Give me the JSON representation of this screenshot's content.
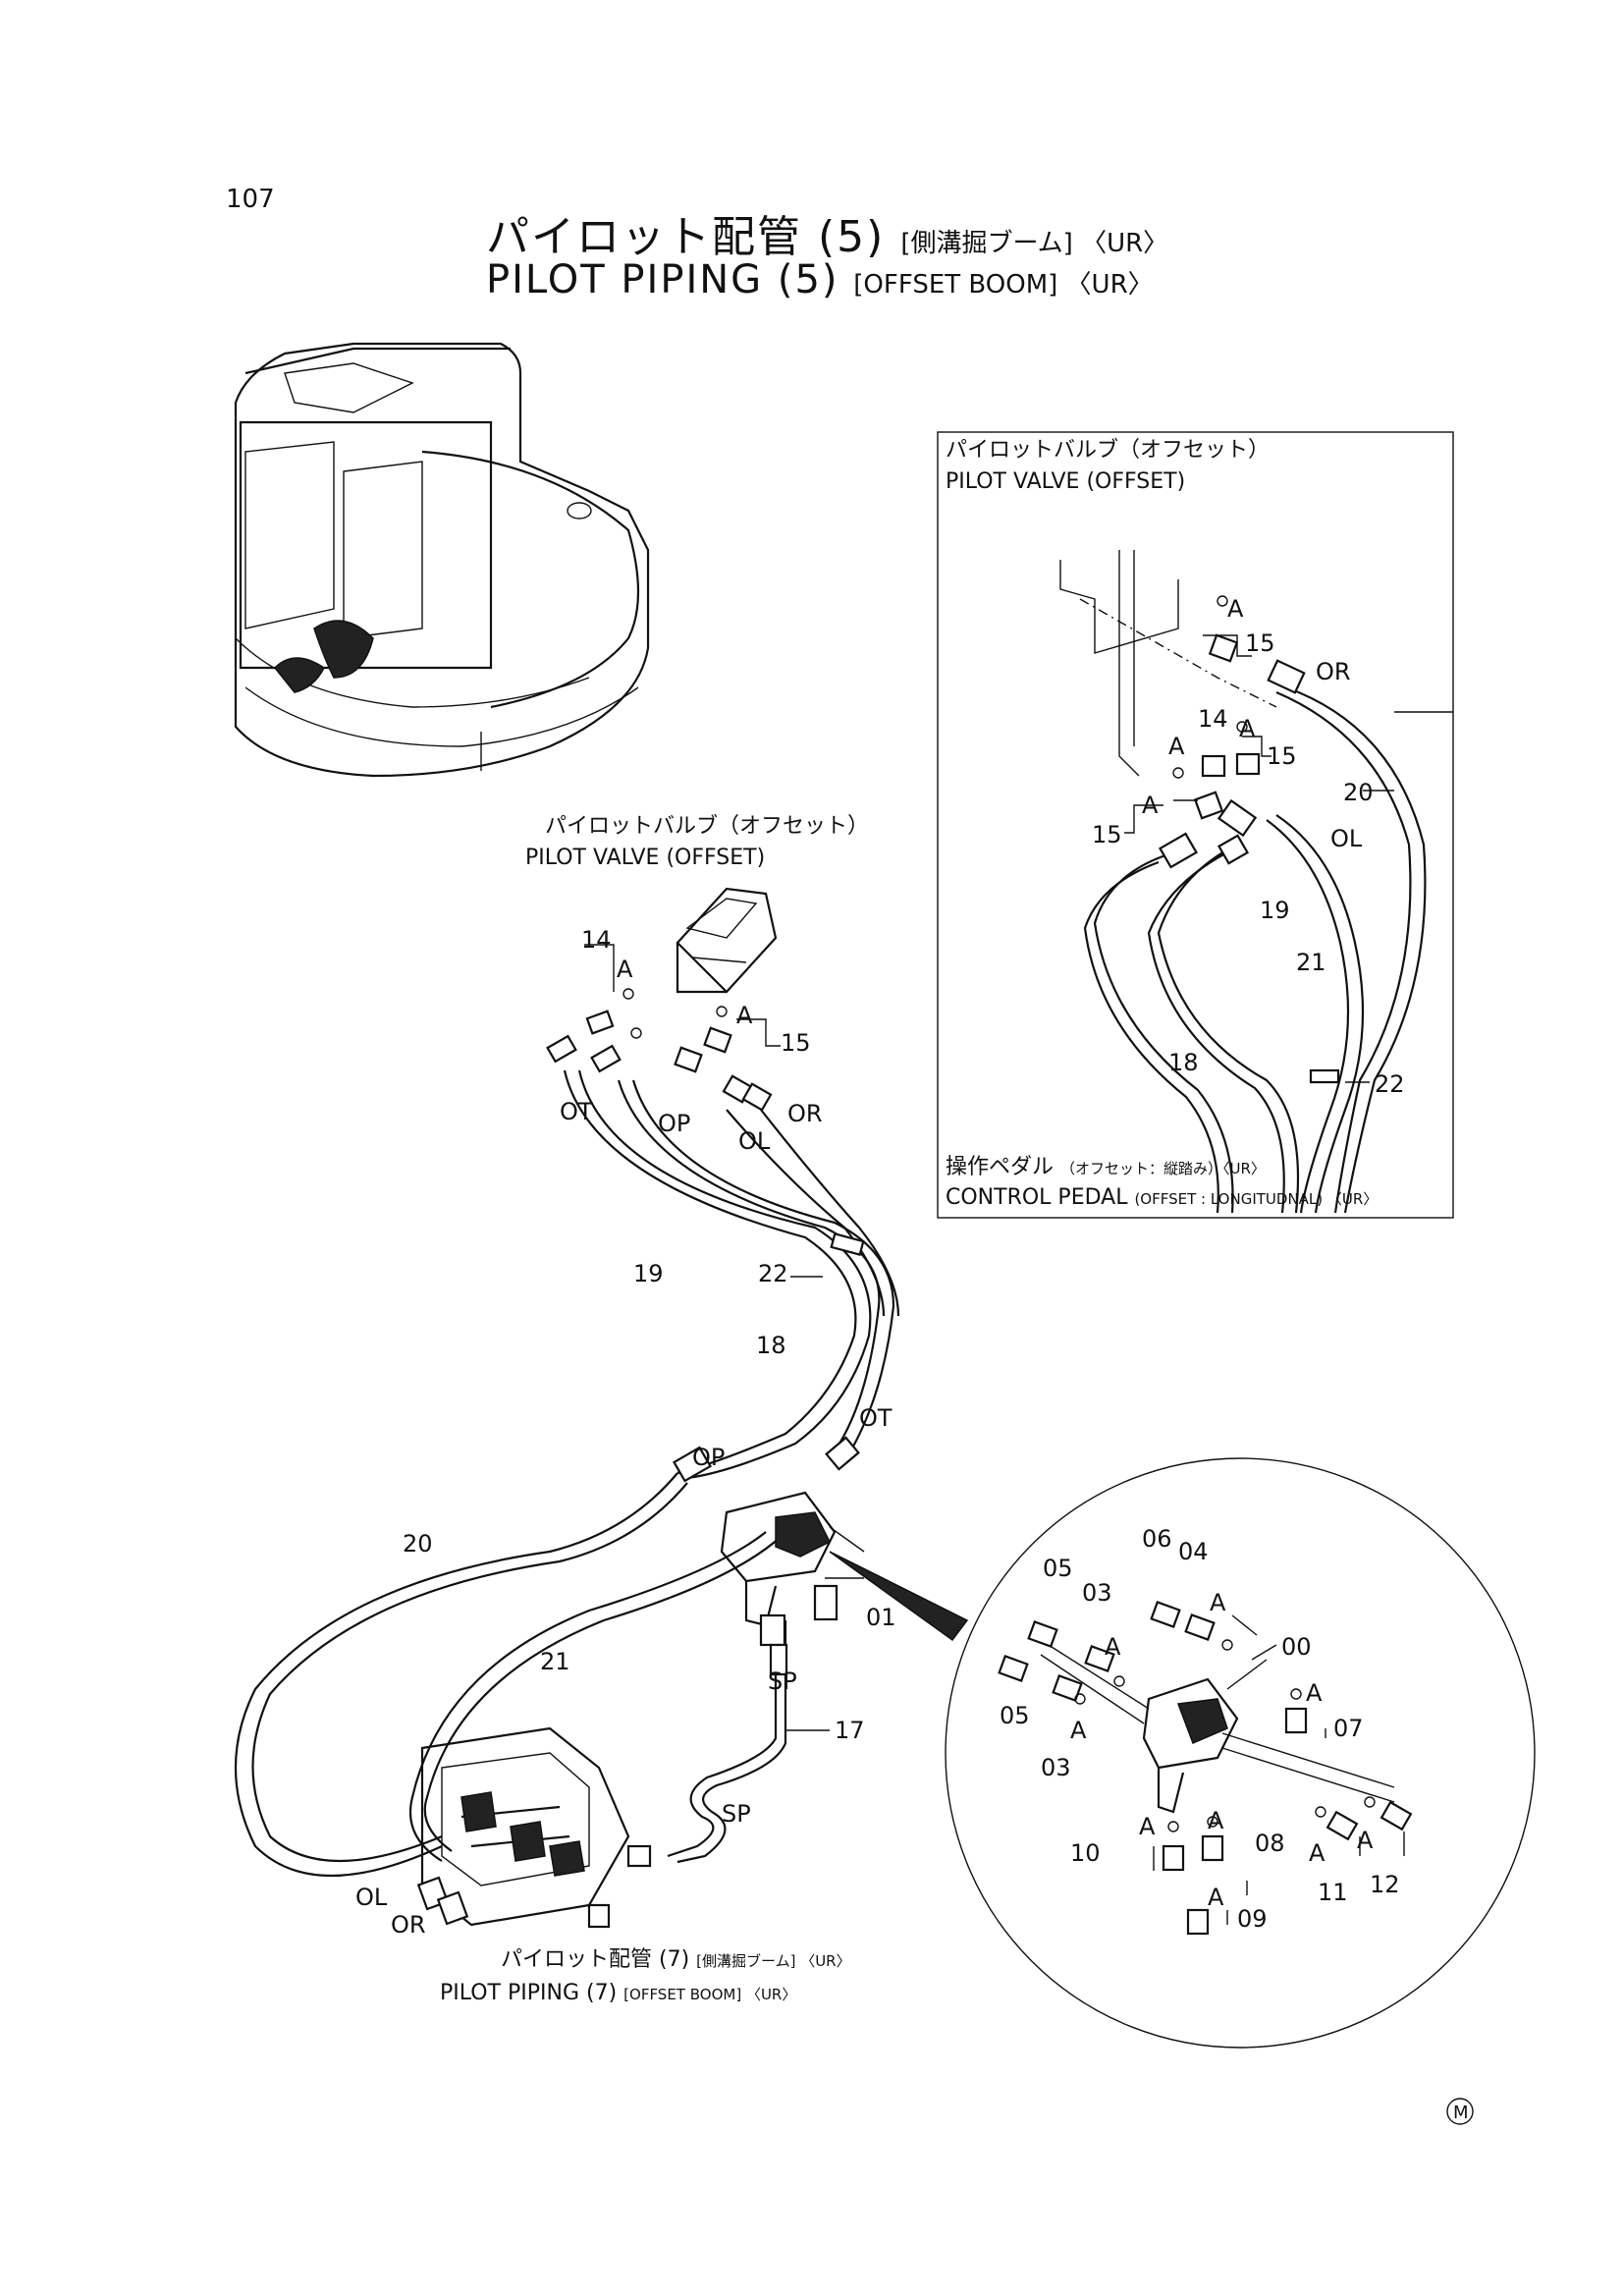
{
  "page": {
    "number": "107",
    "title_ja": "パイロット配管 (5)",
    "title_ja_sub": "[側溝掘ブーム] 〈UR〉",
    "title_en": "PILOT PIPING (5)",
    "title_en_sub": "[OFFSET BOOM] 〈UR〉"
  },
  "captions": {
    "pilot_valve_ja": "パイロットバルブ（オフセット）",
    "pilot_valve_en": "PILOT VALVE (OFFSET)",
    "inset_valve_ja": "パイロットバルブ（オフセット）",
    "inset_valve_en": "PILOT VALVE (OFFSET)",
    "control_pedal_ja": "操作ペダル",
    "control_pedal_ja_sub": "（オフセット：縦踏み）〈UR〉",
    "control_pedal_en": "CONTROL PEDAL",
    "control_pedal_en_sub": "(OFFSET : LONGITUDNAL) 〈UR〉",
    "pilot_piping7_ja": "パイロット配管 (7)",
    "pilot_piping7_ja_sub": "[側溝掘ブーム] 〈UR〉",
    "pilot_piping7_en": "PILOT PIPING (7)",
    "pilot_piping7_en_sub": "[OFFSET BOOM] 〈UR〉"
  },
  "port_labels": {
    "or": "OR",
    "ol": "OL",
    "ot": "OT",
    "op": "OP",
    "sp": "SP",
    "a": "A"
  },
  "part_numbers": {
    "p00": "00",
    "p01": "01",
    "p03": "03",
    "p04": "04",
    "p05": "05",
    "p06": "06",
    "p07": "07",
    "p08": "08",
    "p09": "09",
    "p10": "10",
    "p11": "11",
    "p12": "12",
    "p14": "14",
    "p15": "15",
    "p17": "17",
    "p18": "18",
    "p19": "19",
    "p20": "20",
    "p21": "21",
    "p22": "22"
  },
  "mark": "M"
}
